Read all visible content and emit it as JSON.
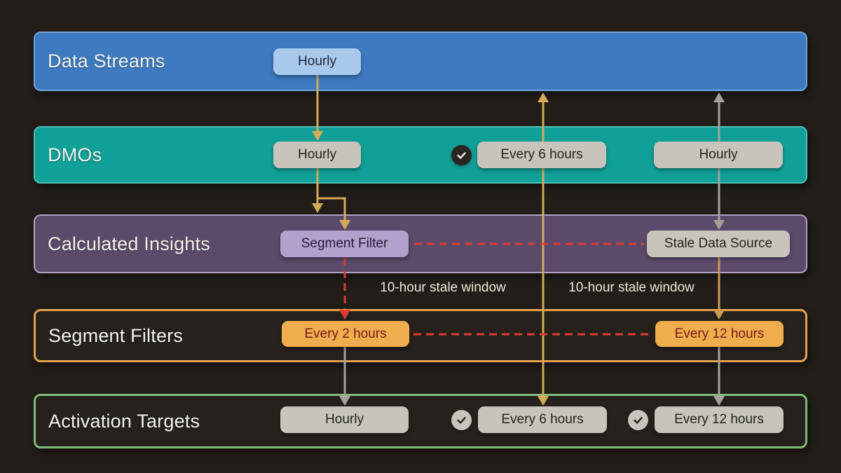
{
  "diagram": {
    "background": "#221d18",
    "rows": [
      {
        "label": "Data Streams",
        "fill": "#3d7ac0",
        "border": "#6fa3d8"
      },
      {
        "label": "DMOs",
        "fill": "#11a098",
        "border": "#4fbfb6"
      },
      {
        "label": "Calculated Insights",
        "fill": "#5c4a6b",
        "border": "#b2a2c2"
      },
      {
        "label": "Segment Filters",
        "fill": "none",
        "border": "#e7a050"
      },
      {
        "label": "Activation Targets",
        "fill": "none",
        "border": "#80bc78"
      }
    ],
    "badges": {
      "data_streams_hourly": {
        "label": "Hourly",
        "fill": "#a9c9ec"
      },
      "dmos_hourly": {
        "label": "Hourly",
        "fill": "#c8c4bc"
      },
      "dmos_every_6_hours": {
        "label": "Every 6 hours",
        "fill": "#c8c4bc",
        "checked": true
      },
      "dmos_hourly_right": {
        "label": "Hourly",
        "fill": "#c8c4bc"
      },
      "ci_segment_filter": {
        "label": "Segment Filter",
        "fill": "#b2a0cd"
      },
      "ci_stale_data_source": {
        "label": "Stale Data Source",
        "fill": "#c8c4bc"
      },
      "sf_every_2_hours": {
        "label": "Every 2 hours",
        "fill": "#f0ad4e"
      },
      "sf_every_12_hours": {
        "label": "Every 12 hours",
        "fill": "#f0ad4e"
      },
      "at_hourly": {
        "label": "Hourly",
        "fill": "#c8c4bc"
      },
      "at_every_6_hours": {
        "label": "Every 6 hours",
        "fill": "#c8c4bc",
        "checked": true
      },
      "at_every_12_hours": {
        "label": "Every 12 hours",
        "fill": "#c8c4bc",
        "checked": true
      }
    },
    "annotations": {
      "stale_window_left": "10-hour stale window",
      "stale_window_right": "10-hour stale window"
    },
    "arrow_colors": {
      "hourly_flow": "#d3ac58",
      "stale_flow": "#a6a29b",
      "stale_source_flow": "#cf9a4e",
      "stale_link": "#dd3c31"
    }
  }
}
